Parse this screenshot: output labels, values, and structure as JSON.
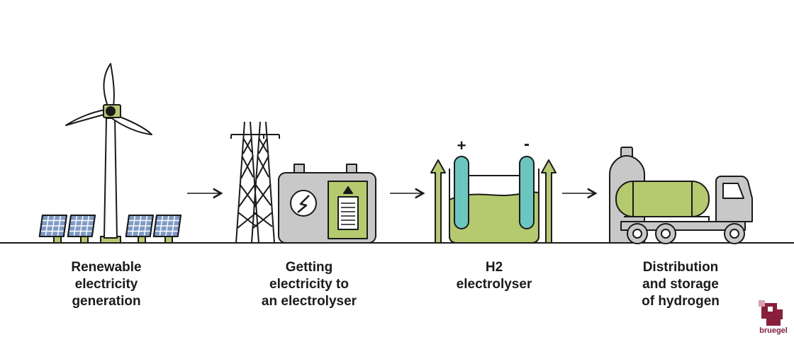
{
  "stages": [
    {
      "id": "renewable",
      "lines": [
        "Renewable",
        "electricity",
        "generation"
      ],
      "icon": "wind-turbine-solar-panels-icon"
    },
    {
      "id": "grid",
      "lines": [
        "Getting",
        "electricity to",
        "an electrolyser"
      ],
      "icon": "power-pylon-transformer-icon"
    },
    {
      "id": "electrolyser",
      "lines": [
        "H2",
        "electrolyser"
      ],
      "icon": "electrolyser-tank-icon"
    },
    {
      "id": "distribution",
      "lines": [
        "Distribution",
        "and storage",
        "of hydrogen"
      ],
      "icon": "hydrogen-truck-icon"
    }
  ],
  "electrolyser": {
    "plus_sign": "+",
    "minus_sign": "-"
  },
  "logo": {
    "text": "bruegel",
    "color": "#8a1f3b"
  },
  "colors": {
    "green": "#b5c96f",
    "teal": "#6cc6c0",
    "gray": "#c8c8c8",
    "panel_blue": "#7e9ac7",
    "ink": "#1a1a1a"
  }
}
